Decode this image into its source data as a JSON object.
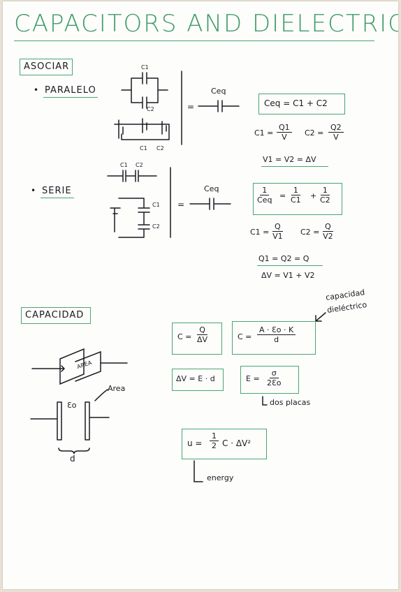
{
  "title": "CAPACITORS AND DIELECTRICS",
  "asociar": {
    "heading": "ASOCIAR",
    "paralelo": {
      "bullet": "•",
      "label": "PARALELO",
      "c1": "C1",
      "c2": "C2",
      "eq_sign": "=",
      "ceq": "Ceq",
      "formula_boxed": "Ceq = C1 + C2",
      "q1_lhs": "C1 =",
      "q1_num": "Q1",
      "q1_den": "V",
      "q2_lhs": "C2 =",
      "q2_num": "Q2",
      "q2_den": "V",
      "voltages": "V1 = V2 = ΔV"
    },
    "serie": {
      "bullet": "•",
      "label": "SERIE",
      "c1": "C1",
      "c2": "C2",
      "eq_sign": "=",
      "ceq": "Ceq",
      "inv_one_a": "1",
      "inv_ceq": "Ceq",
      "inv_eq": "=",
      "inv_one_b": "1",
      "inv_c1": "C1",
      "inv_plus": "+",
      "inv_one_c": "1",
      "inv_c2": "C2",
      "c1_lhs": "C1 =",
      "c1_num": "Q",
      "c1_den": "V1",
      "c2_lhs": "C2 =",
      "c2_num": "Q",
      "c2_den": "V2",
      "charges": "Q1 = Q2 = Q",
      "voltage_sum": "ΔV = V1 + V2"
    }
  },
  "capacidad": {
    "heading": "CAPACIDAD",
    "area_label": "AREA",
    "area_note": "Area",
    "eps0": "Ɛo",
    "d_label": "d",
    "c_def_lhs": "C =",
    "c_def_num": "Q",
    "c_def_den": "ΔV",
    "c_diel_lhs": "C =",
    "c_diel_num": "A · Ɛo · K",
    "c_diel_den": "d",
    "diel_note_1": "capacidad",
    "diel_note_2": "dieléctrico",
    "dv_formula": "ΔV = E · d",
    "e_lhs": "E =",
    "e_num": "σ",
    "e_den": "2Ɛo",
    "dos_placas": "dos placas",
    "u_lhs": "u =",
    "u_num": "1",
    "u_den": "2",
    "u_rhs": "C · ΔV²",
    "energy": "energy"
  }
}
